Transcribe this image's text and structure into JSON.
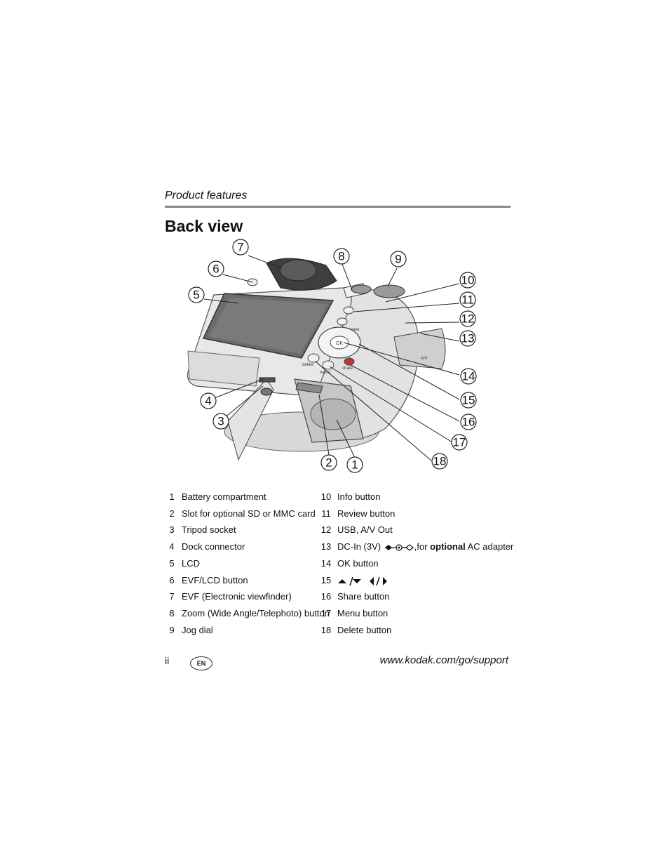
{
  "header": {
    "title": "Product features"
  },
  "section": {
    "title": "Back view"
  },
  "figure": {
    "callouts": [
      "1",
      "2",
      "3",
      "4",
      "5",
      "6",
      "7",
      "8",
      "9",
      "10",
      "11",
      "12",
      "13",
      "14",
      "15",
      "16",
      "17",
      "18"
    ],
    "camera_labels": {
      "delete": "delete",
      "menu": "menu",
      "share": "share",
      "review": "review",
      "ok": "OK",
      "av": "A/V"
    }
  },
  "legend": {
    "left": [
      {
        "num": "1",
        "label": "Battery compartment"
      },
      {
        "num": "2",
        "label": "Slot for optional SD or MMC card"
      },
      {
        "num": "3",
        "label": "Tripod socket"
      },
      {
        "num": "4",
        "label": "Dock connector"
      },
      {
        "num": "5",
        "label": "LCD"
      },
      {
        "num": "6",
        "label": "EVF/LCD button"
      },
      {
        "num": "7",
        "label": "EVF (Electronic viewfinder)"
      },
      {
        "num": "8",
        "label": "Zoom (Wide Angle/Telephoto) button"
      },
      {
        "num": "9",
        "label": "Jog dial"
      }
    ],
    "right": [
      {
        "num": "10",
        "label": "Info button"
      },
      {
        "num": "11",
        "label": "Review button"
      },
      {
        "num": "12",
        "label": "USB, A/V Out"
      },
      {
        "num": "13",
        "label_pre": "DC-In (3V)",
        "label_mid": ",for ",
        "label_bold": "optional",
        "label_post": " AC adapter"
      },
      {
        "num": "14",
        "label": "OK button"
      },
      {
        "num": "15",
        "label": ""
      },
      {
        "num": "16",
        "label": "Share button"
      },
      {
        "num": "17",
        "label": "Menu button"
      },
      {
        "num": "18",
        "label": "Delete button"
      }
    ]
  },
  "footer": {
    "page": "ii",
    "lang_badge": "EN",
    "url": "www.kodak.com/go/support"
  }
}
